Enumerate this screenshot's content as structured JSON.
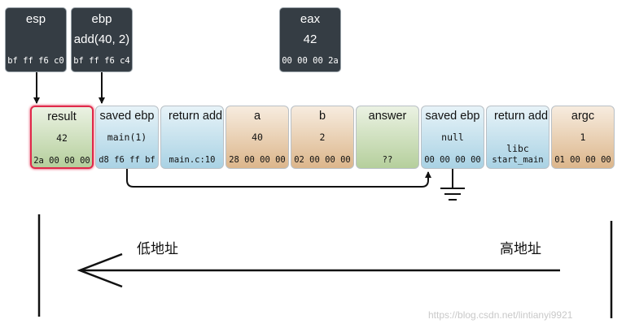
{
  "registers": [
    {
      "id": "esp",
      "name": "esp",
      "value": "",
      "bytes": "bf ff f6 c0"
    },
    {
      "id": "ebp",
      "name": "ebp",
      "value": "add(40, 2)",
      "bytes": "bf ff f6 c4"
    },
    {
      "id": "eax",
      "name": "eax",
      "value": "42",
      "bytes": "00 00 00 2a"
    }
  ],
  "stack": [
    {
      "name": "result",
      "value": "42",
      "bytes": "2a 00 00 00",
      "color": "#b5cf9c"
    },
    {
      "name": "saved ebp",
      "value": "main(1)",
      "bytes": "d8 f6 ff bf",
      "color": "#a9d2e4"
    },
    {
      "name": "return address",
      "value": "",
      "bytes": "main.c:10",
      "color": "#a9d2e4"
    },
    {
      "name": "a",
      "value": "40",
      "bytes": "28 00 00 00",
      "color": "#dcb68b"
    },
    {
      "name": "b",
      "value": "2",
      "bytes": "02 00 00 00",
      "color": "#dcb68b"
    },
    {
      "name": "answer",
      "value": "",
      "bytes": "??",
      "color": "#b5cf9c"
    },
    {
      "name": "saved ebp",
      "value": "null",
      "bytes": "00 00 00 00",
      "color": "#a9d2e4"
    },
    {
      "name": "return address",
      "value": "libc",
      "bytes": "start_main",
      "color": "#a9d2e4"
    },
    {
      "name": "argc",
      "value": "1",
      "bytes": "01 00 00 00",
      "color": "#dcb68b"
    }
  ],
  "labels": {
    "low_address": "低地址",
    "high_address": "高地址"
  },
  "watermark": "https://blog.csdn.net/lintianyi9921",
  "colors": {
    "selected_border": "#e0294a",
    "register_bg": "#353d44"
  }
}
